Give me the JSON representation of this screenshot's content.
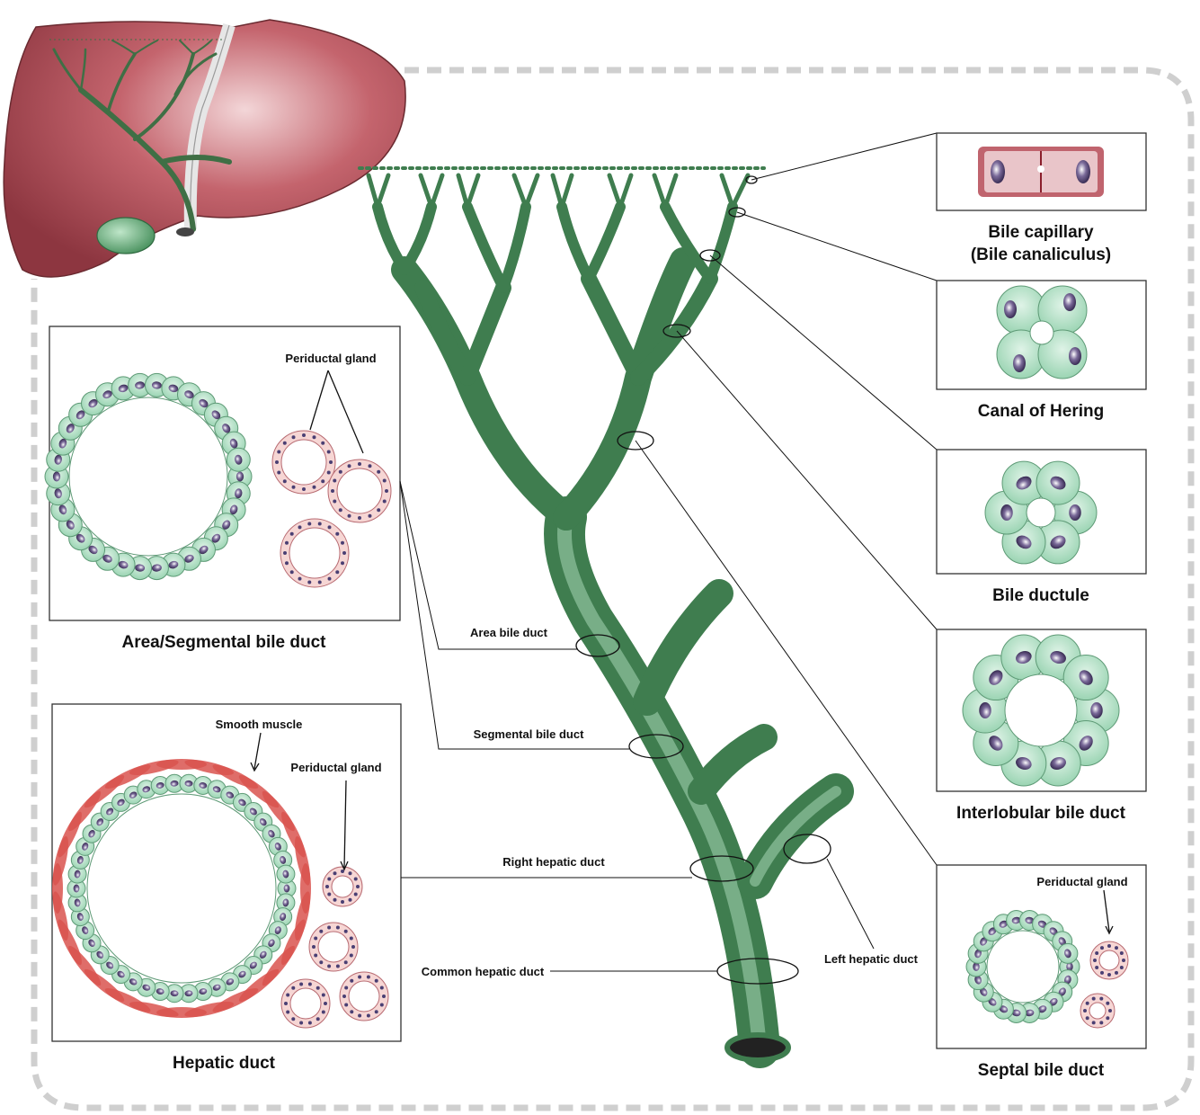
{
  "labels": {
    "bile_capillary_line1": "Bile capillary",
    "bile_capillary_line2": "(Bile canaliculus)",
    "canal_of_hering": "Canal of Hering",
    "bile_ductule": "Bile ductule",
    "interlobular_bile_duct": "Interlobular bile duct",
    "septal_bile_duct": "Septal bile duct",
    "area_segmental_bile_duct": "Area/Segmental bile duct",
    "hepatic_duct": "Hepatic duct",
    "area_bile_duct": "Area bile duct",
    "segmental_bile_duct": "Segmental bile duct",
    "right_hepatic_duct": "Right hepatic duct",
    "left_hepatic_duct": "Left hepatic duct",
    "common_hepatic_duct": "Common hepatic duct",
    "periductal_gland_area": "Periductal gland",
    "periductal_gland_hepatic": "Periductal gland",
    "periductal_gland_septal": "Periductal gland",
    "smooth_muscle": "Smooth muscle"
  },
  "colors": {
    "liver": "#b5545e",
    "duct_green": "#4f8f5f",
    "cell_green": "#a8dcbf",
    "nucleus": "#5a4a78",
    "gland_pink": "#f2c9c6",
    "muscle_red": "#d9534f",
    "dashed_border": "#cfcfcf"
  }
}
